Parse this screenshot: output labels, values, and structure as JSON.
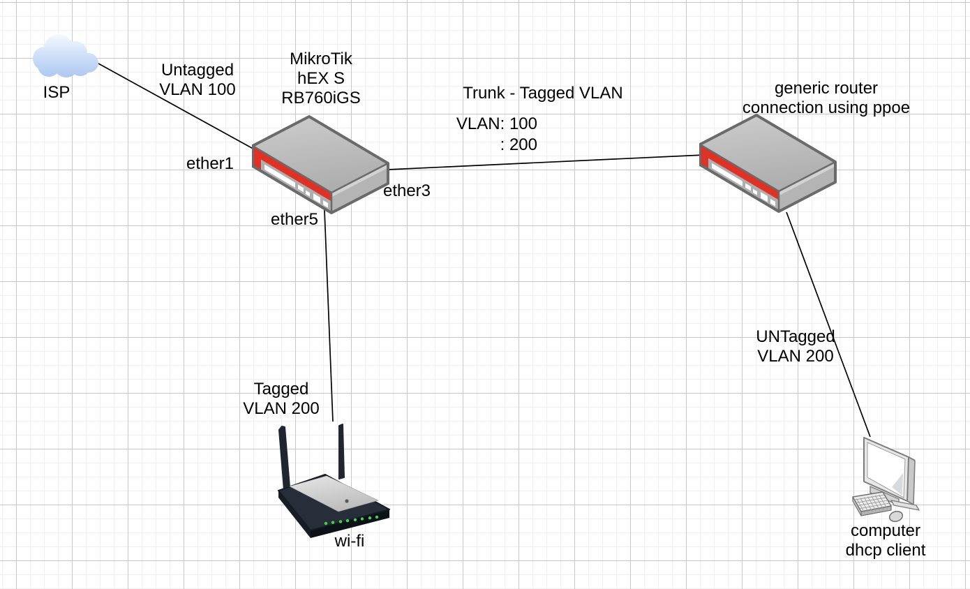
{
  "diagram": {
    "nodes": {
      "isp": {
        "label": "ISP"
      },
      "mikrotik_router": {
        "name_lines": [
          "MikroTik",
          "hEX S",
          "RB760iGS"
        ]
      },
      "generic_router": {
        "name_lines": [
          "generic router",
          "connection using ppoe"
        ]
      },
      "wifi_ap": {
        "label": "wi-fi"
      },
      "computer": {
        "name_lines": [
          "computer",
          "dhcp client"
        ]
      }
    },
    "port_labels": {
      "ether1": "ether1",
      "ether3": "ether3",
      "ether5": "ether5"
    },
    "edge_labels": {
      "isp_to_mikrotik": {
        "lines": [
          "Untagged",
          "VLAN 100"
        ]
      },
      "trunk": {
        "title": "Trunk - Tagged VLAN",
        "vlan_lines": [
          "VLAN: 100",
          ": 200"
        ]
      },
      "mikrotik_to_wifi": {
        "lines": [
          "Tagged",
          "VLAN 200"
        ]
      },
      "generic_to_computer": {
        "lines": [
          "UNTagged",
          "VLAN 200"
        ]
      }
    },
    "colors": {
      "router_accent_red": "#de3226",
      "cloud_blue": "#aecaf2",
      "led_green": "#3fd64b",
      "connection_line": "#000000",
      "grid_major": "#c9c9c9",
      "grid_minor": "#f0f0f0"
    }
  }
}
